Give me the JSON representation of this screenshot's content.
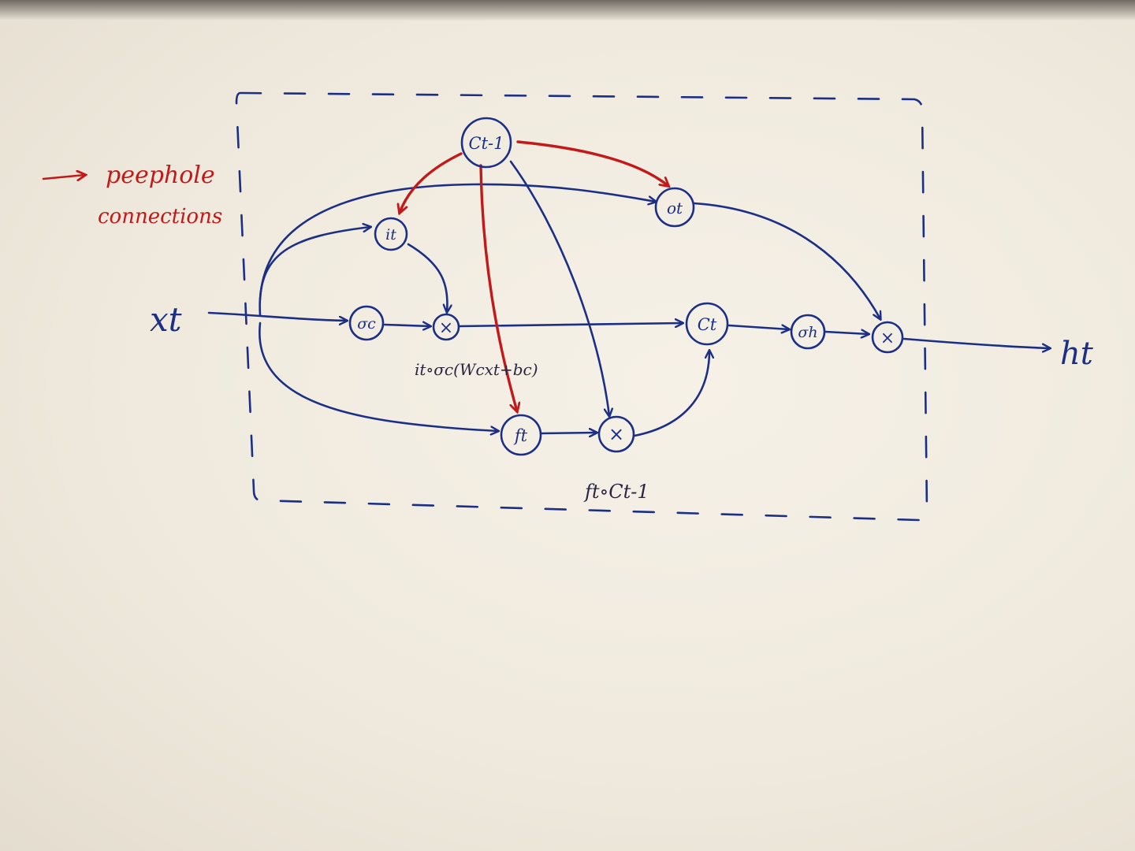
{
  "legend": {
    "label_line1": "peephole",
    "label_line2": "connections",
    "color": "#c21a1a"
  },
  "nodes": {
    "c_prev": "Ct-1",
    "i_gate": "it",
    "o_gate": "ot",
    "sigma_c": "σc",
    "mult_i": "×",
    "c_t": "Ct",
    "sigma_h": "σh",
    "mult_o": "×",
    "f_gate": "ft",
    "mult_f": "×"
  },
  "inputs_outputs": {
    "input": "xt",
    "output": "ht"
  },
  "annotations": {
    "input_product": "it∘σc(Wcxt+bc)",
    "forget_product": "ft∘Ct-1"
  },
  "colors": {
    "ink_blue": "#1c2f86",
    "ink_red": "#c21a1a",
    "paper": "#f6f1e7"
  }
}
